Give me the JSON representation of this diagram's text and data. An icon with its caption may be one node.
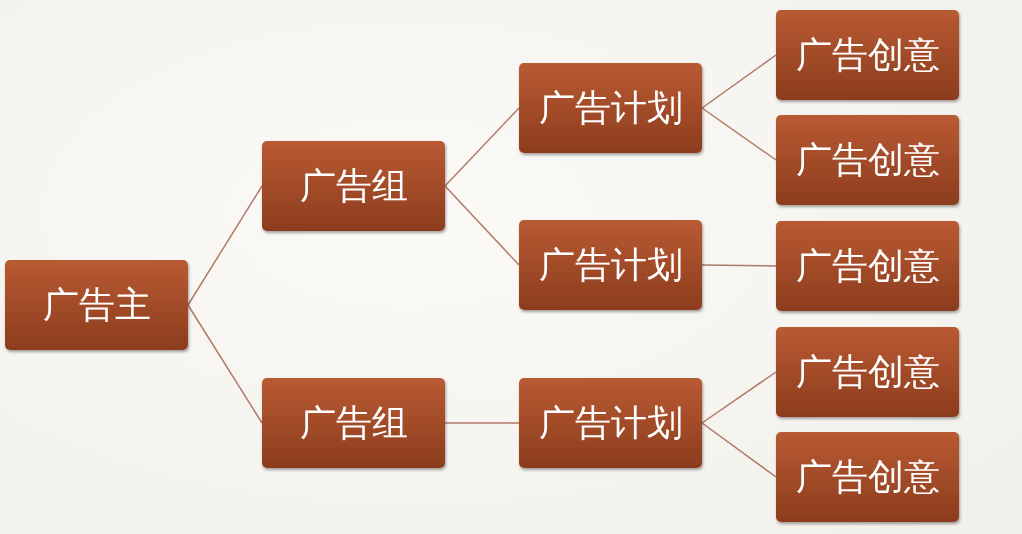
{
  "diagram": {
    "nodes": [
      {
        "text": [
          "广告主"
        ]
      },
      {
        "text": [
          "广告组"
        ]
      },
      {
        "text": [
          "广告组"
        ]
      },
      {
        "text": [
          "广告计划"
        ]
      },
      {
        "text": [
          "广告计划"
        ]
      },
      {
        "text": [
          "广告计划"
        ]
      },
      {
        "text": [
          "广告创意"
        ]
      },
      {
        "text": [
          "广告创意"
        ]
      },
      {
        "text": [
          "广告创意"
        ]
      },
      {
        "text": [
          "广告创意"
        ]
      },
      {
        "text": [
          "广告创意"
        ]
      }
    ],
    "edges": [
      {
        "from": 0,
        "to": 1,
        "arrow": "none"
      },
      {
        "from": 0,
        "to": 2,
        "arrow": "none"
      },
      {
        "from": 1,
        "to": 3,
        "arrow": "none"
      },
      {
        "from": 1,
        "to": 4,
        "arrow": "none"
      },
      {
        "from": 2,
        "to": 5,
        "arrow": "none"
      },
      {
        "from": 3,
        "to": 6,
        "arrow": "none"
      },
      {
        "from": 3,
        "to": 7,
        "arrow": "none"
      },
      {
        "from": 4,
        "to": 8,
        "arrow": "none"
      },
      {
        "from": 5,
        "to": 9,
        "arrow": "none"
      },
      {
        "from": 5,
        "to": 10,
        "arrow": "none"
      }
    ]
  }
}
